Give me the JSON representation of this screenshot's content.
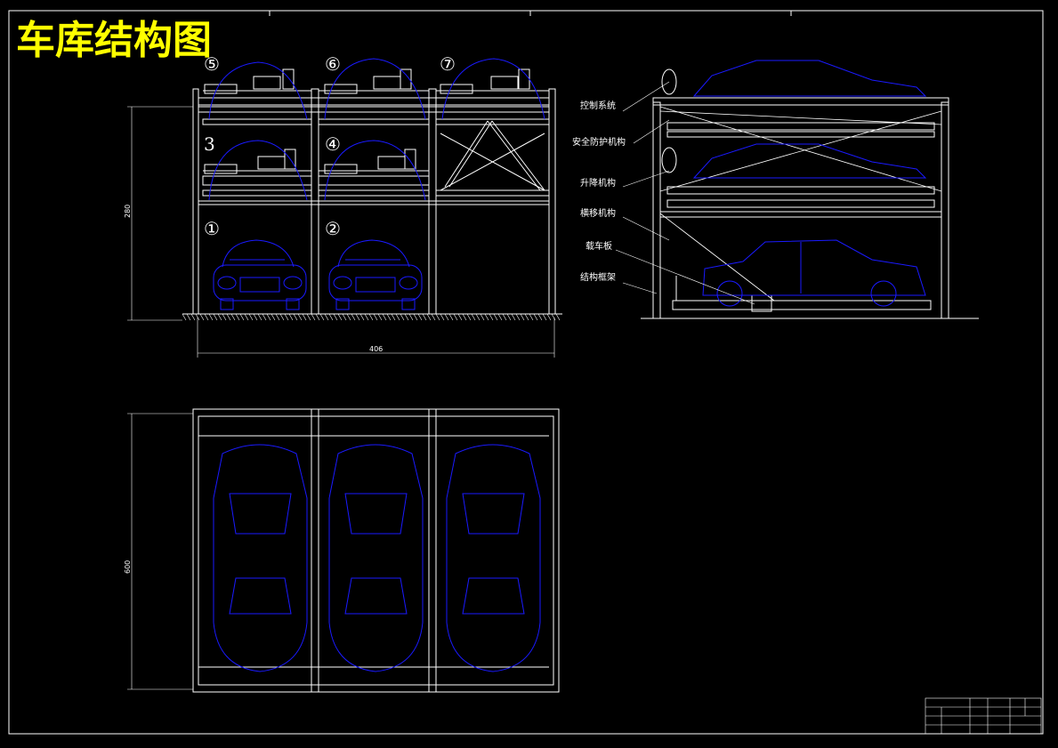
{
  "drawing": {
    "title": "车库结构图",
    "title_color": "#ffff00",
    "line_color": "#ffffff",
    "car_color": "#1a1aff"
  },
  "front_view": {
    "slot_numbers": [
      "⑤",
      "⑥",
      "⑦",
      "3",
      "④",
      "①",
      "②"
    ],
    "dim_height": "280",
    "dim_width": "406"
  },
  "side_view": {
    "labels": [
      "控制系统",
      "安全防护机构",
      "升降机构",
      "横移机构",
      "载车板",
      "结构框架"
    ]
  },
  "plan_view": {
    "dim_depth": "600"
  },
  "title_block": {
    "cells": [
      "",
      "",
      "",
      "",
      ""
    ]
  }
}
